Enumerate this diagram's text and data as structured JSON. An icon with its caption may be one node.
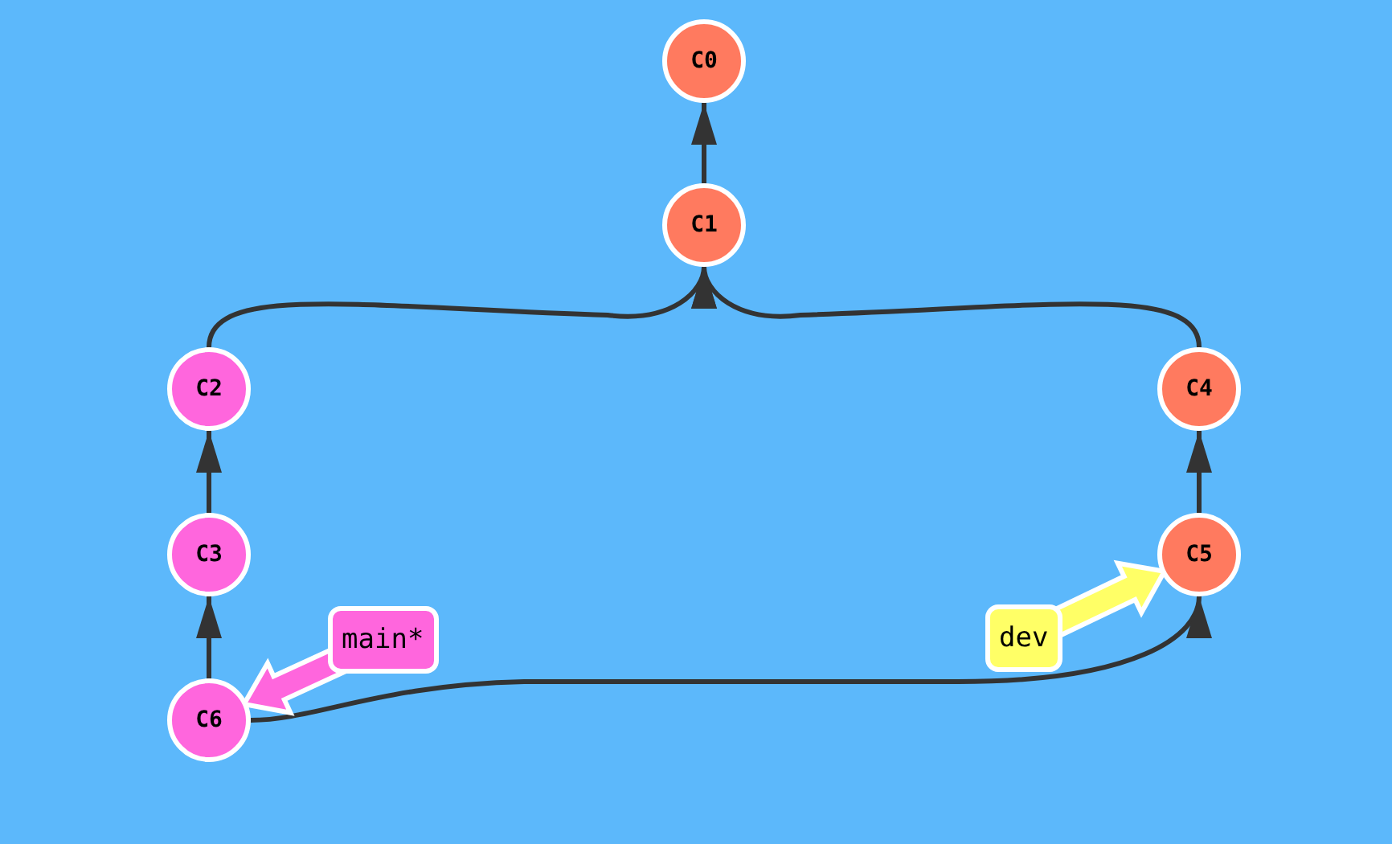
{
  "diagram": {
    "nodes": [
      {
        "text": [
          "C0"
        ]
      },
      {
        "text": [
          "C1"
        ]
      },
      {
        "text": [
          "C2"
        ]
      },
      {
        "text": [
          "C3"
        ]
      },
      {
        "text": [
          "C4"
        ]
      },
      {
        "text": [
          "C5"
        ]
      },
      {
        "text": [
          "C6"
        ]
      },
      {
        "text": [
          "main*"
        ]
      },
      {
        "text": [
          "dev"
        ]
      }
    ],
    "edges": [
      {
        "from": 1,
        "to": 0,
        "arrow": "to"
      },
      {
        "from": 2,
        "to": 1,
        "arrow": "to"
      },
      {
        "from": 4,
        "to": 1,
        "arrow": "to"
      },
      {
        "from": 3,
        "to": 2,
        "arrow": "to"
      },
      {
        "from": 5,
        "to": 4,
        "arrow": "to"
      },
      {
        "from": 6,
        "to": 3,
        "arrow": "to"
      },
      {
        "from": 6,
        "to": 5,
        "arrow": "to"
      },
      {
        "from": 7,
        "to": 6,
        "arrow": "to",
        "style": "thick",
        "color": "#ff66dd"
      },
      {
        "from": 8,
        "to": 5,
        "arrow": "to",
        "style": "thick",
        "color": "#ffff66"
      }
    ]
  }
}
